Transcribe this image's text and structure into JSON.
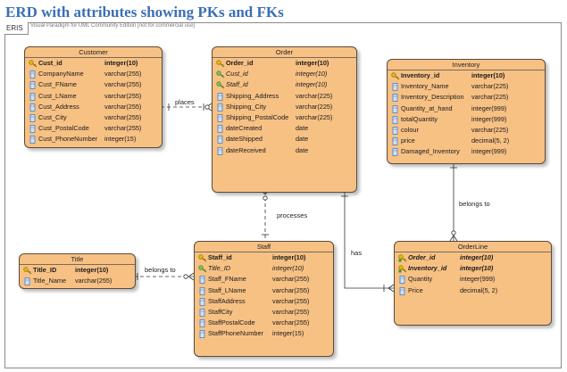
{
  "page_title": "ERD with attributes showing PKs and FKs",
  "frame_label": "ERIS",
  "watermark": "Visual Paradigm for UML Community Edition [not for commercial use]",
  "entities": {
    "customer": {
      "name": "Customer",
      "attributes": [
        {
          "name": "Cust_id",
          "type": "integer(10)",
          "key": "pk"
        },
        {
          "name": "CompanyName",
          "type": "varchar(255)",
          "key": "none"
        },
        {
          "name": "Cust_FName",
          "type": "varchar(255)",
          "key": "none"
        },
        {
          "name": "Cust_LName",
          "type": "varchar(255)",
          "key": "none"
        },
        {
          "name": "Cust_Address",
          "type": "varchar(255)",
          "key": "none"
        },
        {
          "name": "Cust_City",
          "type": "varchar(255)",
          "key": "none"
        },
        {
          "name": "Cust_PostalCode",
          "type": "varchar(255)",
          "key": "none"
        },
        {
          "name": "Cust_PhoneNumber",
          "type": "integer(15)",
          "key": "none"
        }
      ]
    },
    "order": {
      "name": "Order",
      "attributes": [
        {
          "name": "Order_id",
          "type": "integer(10)",
          "key": "pk"
        },
        {
          "name": "Cust_id",
          "type": "integer(10)",
          "key": "fk"
        },
        {
          "name": "Staff_id",
          "type": "integer(10)",
          "key": "fk"
        },
        {
          "name": "Shipping_Address",
          "type": "varchar(225)",
          "key": "none"
        },
        {
          "name": "Shipping_City",
          "type": "varchar(225)",
          "key": "none"
        },
        {
          "name": "Shipping_PostalCode",
          "type": "varchar(225)",
          "key": "none"
        },
        {
          "name": "dateCreated",
          "type": "date",
          "key": "none"
        },
        {
          "name": "dateShipped",
          "type": "date",
          "key": "none"
        },
        {
          "name": "dateReceived",
          "type": "date",
          "key": "none"
        }
      ]
    },
    "inventory": {
      "name": "Inventory",
      "attributes": [
        {
          "name": "Inventory_id",
          "type": "integer(10)",
          "key": "pk"
        },
        {
          "name": "Inventory_Name",
          "type": "varchar(225)",
          "key": "none"
        },
        {
          "name": "Inventory_Description",
          "type": "varchar(225)",
          "key": "none"
        },
        {
          "name": "Quantity_at_hand",
          "type": "integer(999)",
          "key": "none"
        },
        {
          "name": "totalQuantity",
          "type": "integer(999)",
          "key": "none"
        },
        {
          "name": "colour",
          "type": "varchar(225)",
          "key": "none"
        },
        {
          "name": "price",
          "type": "decimal(5, 2)",
          "key": "none"
        },
        {
          "name": "Damaged_Inventory",
          "type": "integer(999)",
          "key": "none"
        }
      ]
    },
    "title": {
      "name": "Title",
      "attributes": [
        {
          "name": "Title_ID",
          "type": "integer(10)",
          "key": "pk"
        },
        {
          "name": "Title_Name",
          "type": "varchar(255)",
          "key": "none"
        }
      ]
    },
    "staff": {
      "name": "Staff",
      "attributes": [
        {
          "name": "Staff_id",
          "type": "integer(10)",
          "key": "pk"
        },
        {
          "name": "Title_ID",
          "type": "integer(10)",
          "key": "fk"
        },
        {
          "name": "Staff_FName",
          "type": "varchar(255)",
          "key": "none"
        },
        {
          "name": "Staff_LName",
          "type": "varchar(255)",
          "key": "none"
        },
        {
          "name": "StaffAddress",
          "type": "varchar(255)",
          "key": "none"
        },
        {
          "name": "StaffCity",
          "type": "varchar(255)",
          "key": "none"
        },
        {
          "name": "StaffPostalCode",
          "type": "varchar(255)",
          "key": "none"
        },
        {
          "name": "StaffPhoneNumber",
          "type": "integer(15)",
          "key": "none"
        }
      ]
    },
    "orderline": {
      "name": "OrderLine",
      "attributes": [
        {
          "name": "Order_id",
          "type": "integer(10)",
          "key": "pkfk"
        },
        {
          "name": "Inventory_id",
          "type": "integer(10)",
          "key": "pkfk"
        },
        {
          "name": "Quantity",
          "type": "integer(999)",
          "key": "none"
        },
        {
          "name": "Price",
          "type": "decimal(5, 2)",
          "key": "none"
        }
      ]
    }
  },
  "relationships": {
    "places": "places",
    "processes": "processes",
    "has": "has",
    "belongs_to_inventory": "belongs to",
    "belongs_to_title": "belongs to"
  },
  "colors": {
    "entity_fill": "#f7c184",
    "title_text": "#3b6fb4",
    "key_icon": "#e6b800",
    "column_icon": "#4a7fc4"
  }
}
